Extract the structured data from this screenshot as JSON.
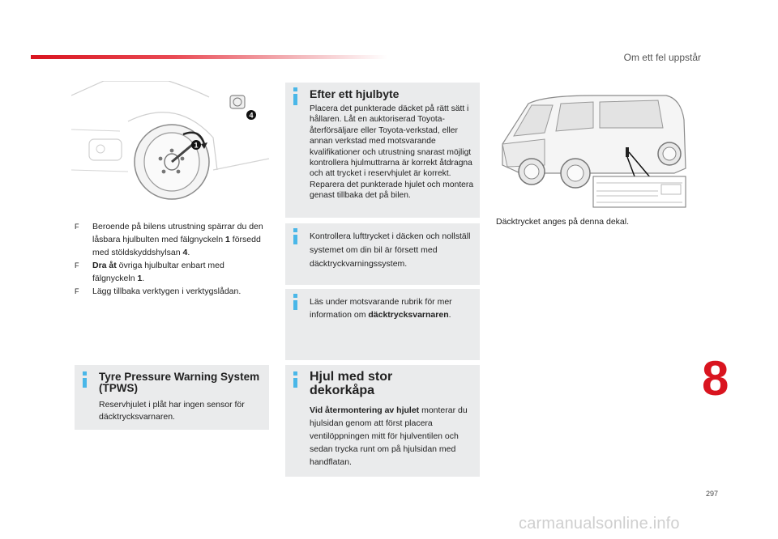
{
  "header": {
    "section_title": "Om ett fel uppstår"
  },
  "page": {
    "number": "297",
    "chapter": "8"
  },
  "figures": {
    "wheel_callout_1": "1",
    "wheel_callout_4": "4"
  },
  "bullets": [
    {
      "mark": "F",
      "prefix": "",
      "bold": "",
      "text": "Beroende på bilens utrustning spärrar du den låsbara hjulbulten med fälgnyckeln ",
      "bold2": "1",
      "suffix": " försedd med stöldskyddshylsan ",
      "bold3": "4",
      "end": "."
    },
    {
      "mark": "F",
      "bold": "Dra åt",
      "text": " övriga hjulbultar enbart med fälgnyckeln ",
      "bold2": "1",
      "end": "."
    },
    {
      "mark": "F",
      "text": "Lägg tillbaka verktygen i verktygslådan."
    }
  ],
  "efter_hjulbyte": {
    "title": "Efter ett hjulbyte",
    "text": "Placera det punkterade däcket på rätt sätt i hållaren. Låt en auktoriserad Toyota-återförsäljare eller Toyota-verkstad, eller annan verkstad med motsvarande kvalifikationer och utrustning snarast möjligt kontrollera hjulmuttrarna är korrekt åtdragna och att trycket i reservhjulet är korrekt. Reparera det punkterade hjulet och montera genast tillbaka det på bilen."
  },
  "lufttryck": {
    "text": "Kontrollera lufttrycket i däcken och nollställ systemet om din bil är försett med däcktryckvarningssystem."
  },
  "las_under": {
    "text": "Läs under motsvarande rubrik för mer information om ",
    "bold": "däcktrycksvarnaren",
    "end": "."
  },
  "tpws": {
    "title": "Tyre Pressure Warning System (TPWS)",
    "text": "Reservhjulet i plåt har ingen sensor för däcktrycksvarnaren."
  },
  "hjul_stor": {
    "title": "Hjul med stor dekorkåpa",
    "bold": "Vid återmontering av hjulet",
    "text": " monterar du hjulsidan genom att först placera ventilöppningen mitt för hjulventilen och sedan trycka runt om på hjulsidan med handflatan."
  },
  "decal": {
    "caption": "Däcktrycket anges på denna dekal."
  },
  "watermark": "carmanualsonline.info",
  "colors": {
    "accent_red": "#d9141f",
    "info_blue": "#4ab7e8",
    "box_gray": "#eaebec"
  }
}
